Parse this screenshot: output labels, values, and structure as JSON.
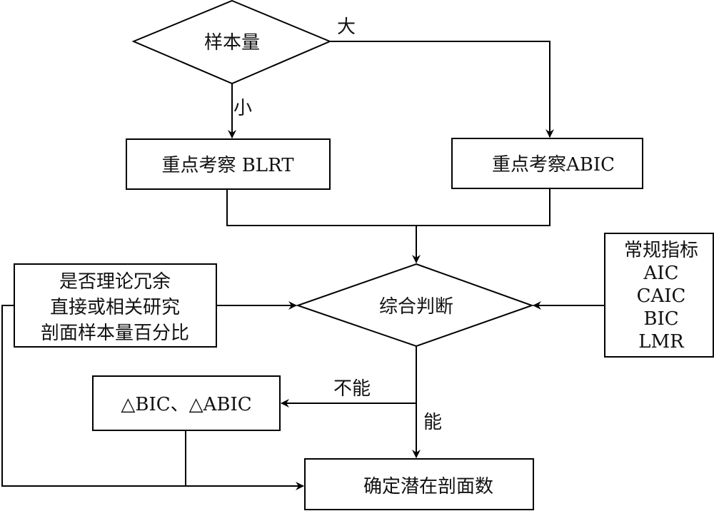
{
  "diagram": {
    "type": "flowchart",
    "nodes": {
      "sample_size": {
        "shape": "diamond",
        "text": "样本量"
      },
      "focus_blrt": {
        "shape": "box",
        "text": "重点考察 BLRT"
      },
      "focus_abic": {
        "shape": "box",
        "text": "重点考察ABIC"
      },
      "overall_judgment": {
        "shape": "diamond",
        "text": "综合判断"
      },
      "theory_box": {
        "shape": "box",
        "lines": [
          "是否理论冗余",
          "直接或相关研究",
          "剖面样本量百分比"
        ]
      },
      "indices_box": {
        "shape": "box",
        "lines": [
          "常规指标",
          "AIC",
          "CAIC",
          "BIC",
          "LMR"
        ]
      },
      "delta_box": {
        "shape": "box",
        "text": "△BIC、△ABIC"
      },
      "final_box": {
        "shape": "box",
        "text": "确定潜在剖面数"
      }
    },
    "edge_labels": {
      "large": "大",
      "small": "小",
      "cannot": "不能",
      "can": "能"
    },
    "edges": [
      {
        "from": "sample_size",
        "to": "focus_blrt",
        "label": "小"
      },
      {
        "from": "sample_size",
        "to": "focus_abic",
        "label": "大"
      },
      {
        "from": "focus_blrt",
        "to": "overall_judgment"
      },
      {
        "from": "focus_abic",
        "to": "overall_judgment"
      },
      {
        "from": "theory_box",
        "to": "overall_judgment"
      },
      {
        "from": "indices_box",
        "to": "overall_judgment"
      },
      {
        "from": "overall_judgment",
        "to": "delta_box",
        "label": "不能"
      },
      {
        "from": "overall_judgment",
        "to": "final_box",
        "label": "能"
      },
      {
        "from": "delta_box",
        "to": "final_box"
      },
      {
        "from": "theory_box",
        "to": "final_box"
      }
    ]
  }
}
